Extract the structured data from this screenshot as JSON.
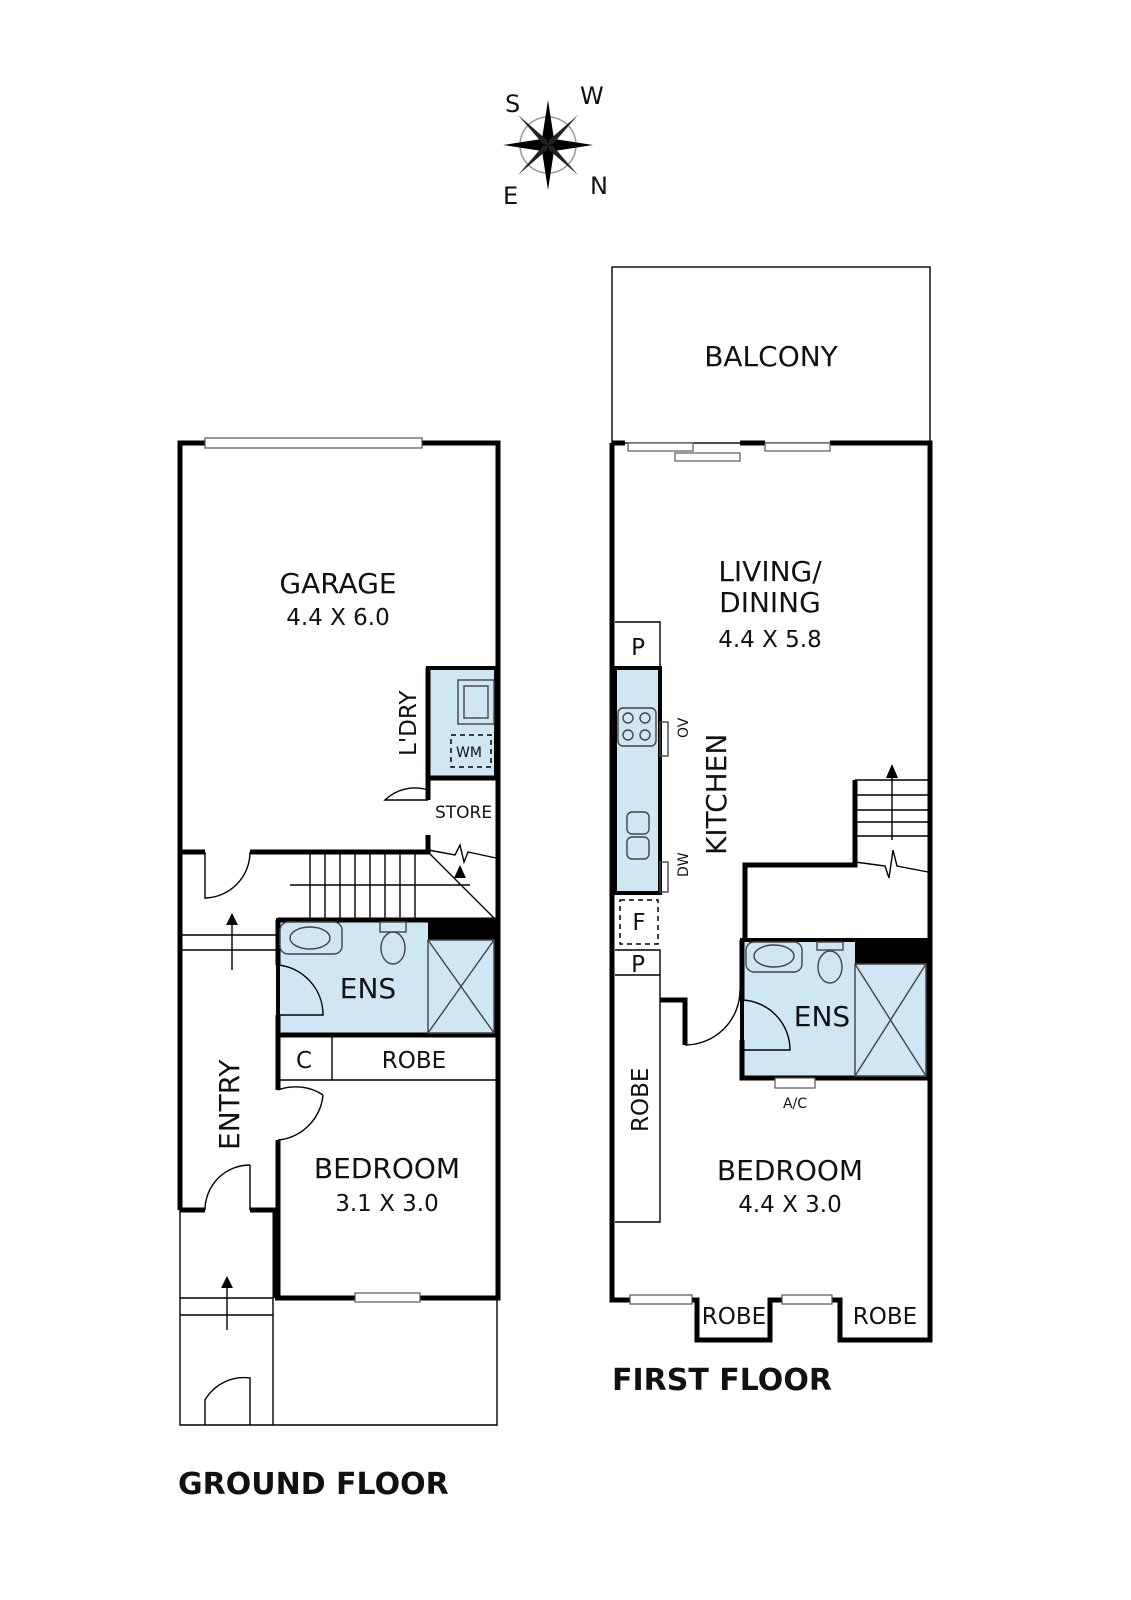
{
  "compass": {
    "north": "N",
    "south": "S",
    "east": "E",
    "west": "W"
  },
  "ground_floor": {
    "title": "GROUND FLOOR",
    "garage": {
      "name": "GARAGE",
      "size": "4.4 X 6.0"
    },
    "laundry": {
      "name": "L'DRY",
      "wm": "WM"
    },
    "store": "STORE",
    "ensuite": "ENS",
    "cupboard": "C",
    "robe": "ROBE",
    "entry": "ENTRY",
    "bedroom": {
      "name": "BEDROOM",
      "size": "3.1 X 3.0"
    }
  },
  "first_floor": {
    "title": "FIRST FLOOR",
    "balcony": "BALCONY",
    "living": {
      "name_line1": "LIVING/",
      "name_line2": "DINING",
      "size": "4.4 X 5.8"
    },
    "kitchen": "KITCHEN",
    "pantry_top": "P",
    "pantry_bottom": "P",
    "fridge": "F",
    "oven": "OV",
    "dishwasher": "DW",
    "ensuite": "ENS",
    "ac": "A/C",
    "robe_side": "ROBE",
    "robe_left": "ROBE",
    "robe_right": "ROBE",
    "bedroom": {
      "name": "BEDROOM",
      "size": "4.4 X 3.0"
    }
  },
  "colors": {
    "wet_area": "#cfe6f5",
    "wall": "#000000"
  }
}
